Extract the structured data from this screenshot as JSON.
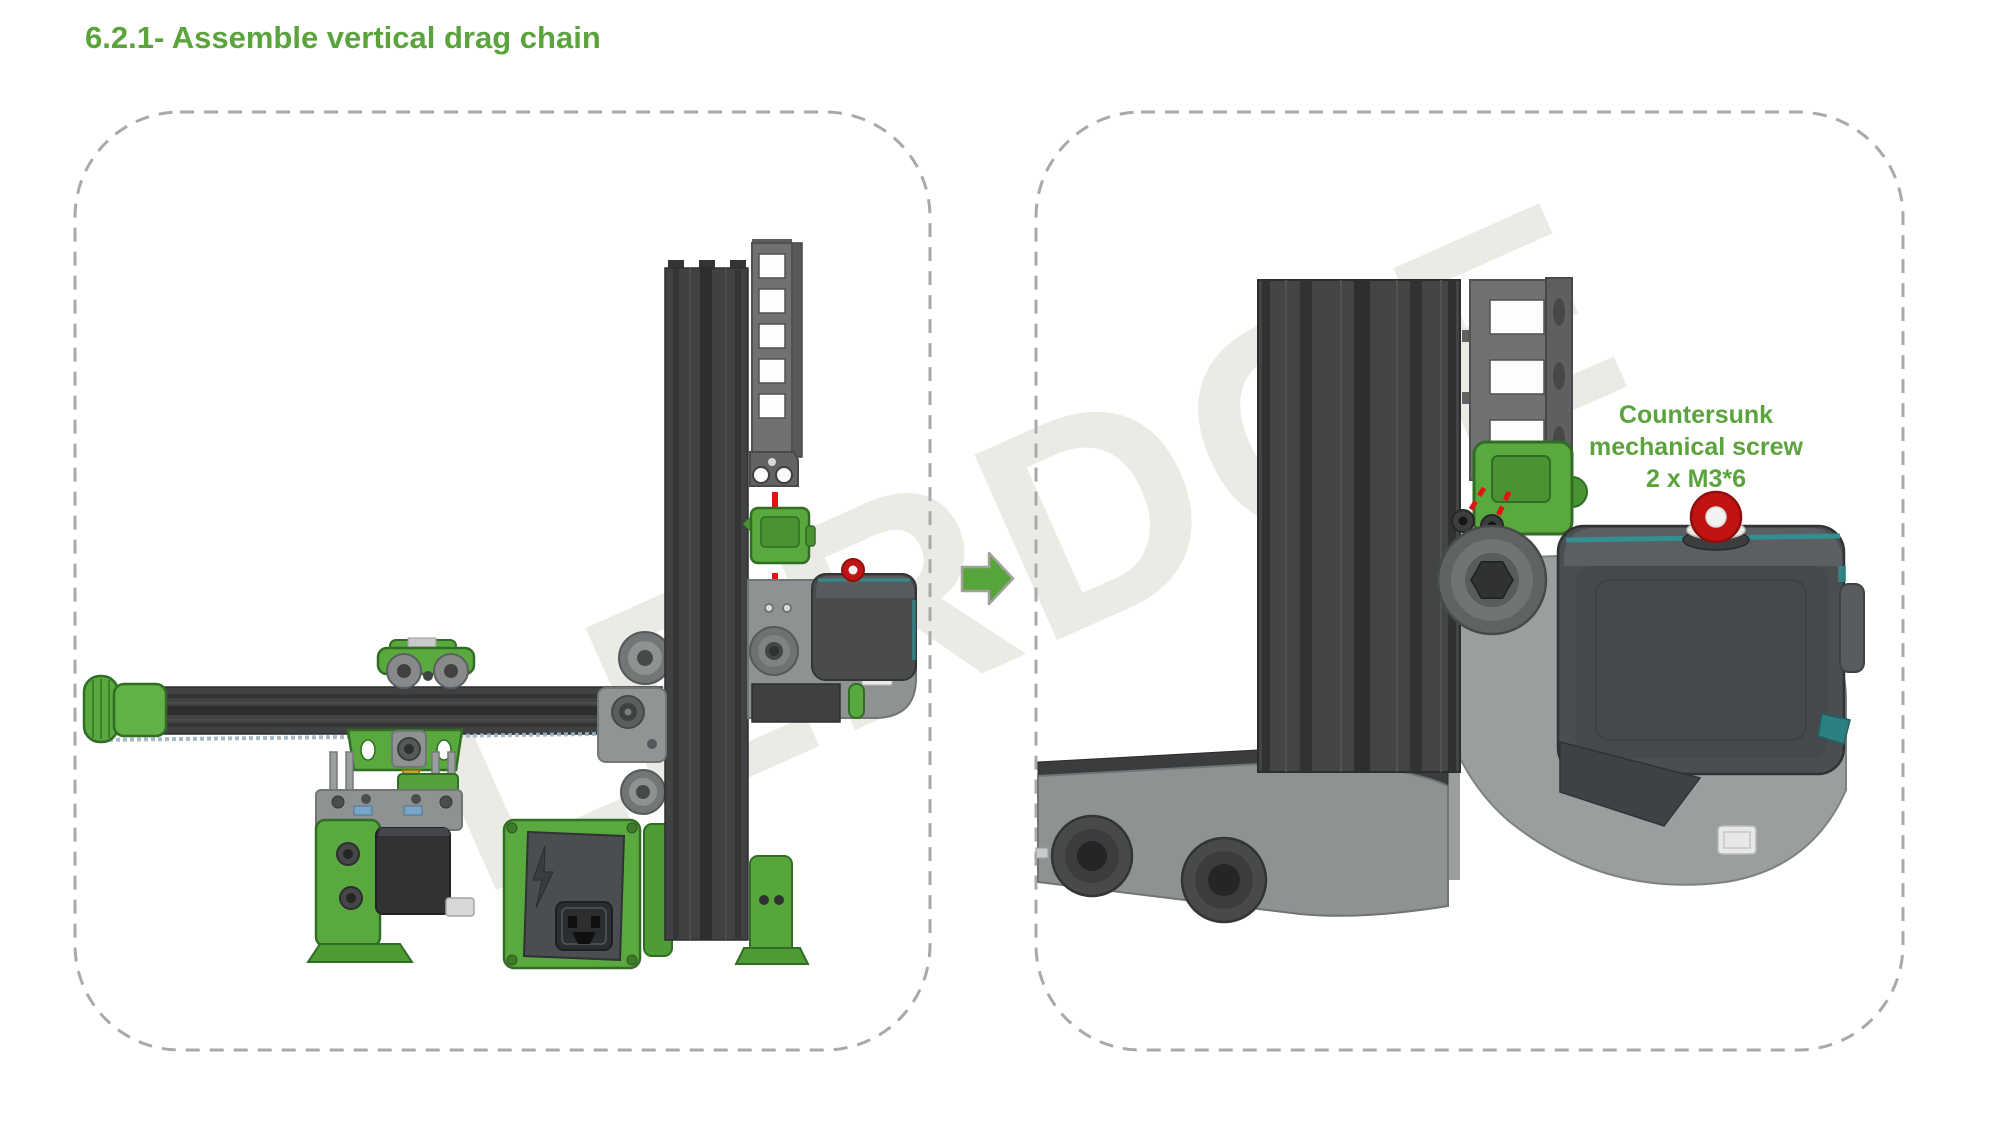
{
  "title": {
    "text": "6.2.1- Assemble vertical drag chain",
    "color": "#5ba33d"
  },
  "watermark": {
    "text": "LERDGE",
    "color": "#ebebe6"
  },
  "panels": {
    "border_color": "#a9a9a9",
    "left": {
      "description": "overview of gantry with vertical drag chain exploded"
    },
    "right": {
      "annotation": {
        "line1": "Countersunk",
        "line2": "mechanical screw",
        "line3": "2 x M3*6",
        "color": "#5ba33d"
      }
    }
  },
  "arrow": {
    "icon": "right-arrow",
    "color": "#55a53a"
  },
  "colors": {
    "accent_green": "#5aa93e",
    "guide_red": "#e31313",
    "teal_edge": "#2f9292",
    "extrusion_dark": "#434445",
    "bracket_gray": "#9b9e9f"
  }
}
